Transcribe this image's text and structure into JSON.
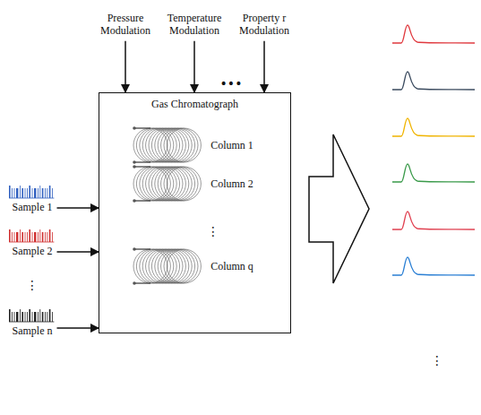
{
  "diagram": {
    "nodes": [
      {
        "text": [
          "Pressure Modulation"
        ]
      },
      {
        "text": [
          "Temperature Modulation"
        ]
      },
      {
        "text": [
          "Property r Modulation"
        ]
      },
      {
        "text": [
          "Gas Chromatograph"
        ]
      },
      {
        "text": [
          "Column 1"
        ],
        "in": 3
      },
      {
        "text": [
          "Column 2"
        ],
        "in": 3
      },
      {
        "text": [
          "Column q"
        ],
        "in": 3
      },
      {
        "text": [
          "Sample 1"
        ]
      },
      {
        "text": [
          "Sample 2"
        ]
      },
      {
        "text": [
          "Sample n"
        ]
      }
    ],
    "edges": [
      {
        "from": 0,
        "to": 3,
        "arrow": "to"
      },
      {
        "from": 1,
        "to": 3,
        "arrow": "to"
      },
      {
        "from": 2,
        "to": 3,
        "arrow": "to"
      },
      {
        "from": 7,
        "to": 3,
        "arrow": "to"
      },
      {
        "from": 8,
        "to": 3,
        "arrow": "to"
      },
      {
        "from": 9,
        "to": 3,
        "arrow": "to"
      }
    ],
    "labels": [
      "•••",
      "⋮",
      "⋮",
      "⋮"
    ]
  }
}
